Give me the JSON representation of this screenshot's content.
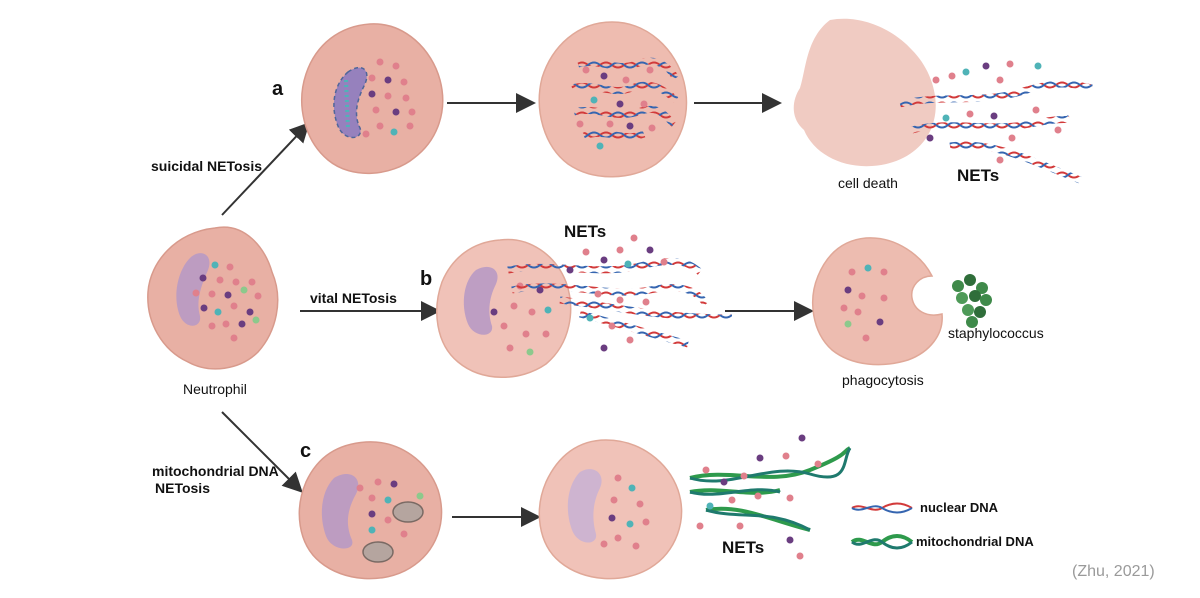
{
  "labels": {
    "panel_a": "a",
    "panel_b": "b",
    "panel_c": "c",
    "suicidal": "suicidal NETosis",
    "vital": "vital NETosis",
    "mito_line1": "mitochondrial DNA",
    "mito_line2": "NETosis",
    "neutrophil": "Neutrophil",
    "cell_death": "cell death",
    "nets_a": "NETs",
    "nets_b": "NETs",
    "nets_c": "NETs",
    "phagocytosis": "phagocytosis",
    "staphylococcus": "staphylococcus",
    "legend_nuclear": "nuclear DNA",
    "legend_mito": "mitochondrial DNA",
    "citation": "(Zhu, 2021)"
  },
  "colors": {
    "cell_fill": "#e8b0a4",
    "cell_stroke": "#d89a8c",
    "cell_light": "#f0cbc2",
    "nucleus": "#b89ac4",
    "granule_pink": "#e0808c",
    "granule_purple": "#6a3d80",
    "granule_teal": "#4fb3b7",
    "granule_green": "#8cc98c",
    "dna_red": "#d23a3a",
    "dna_blue": "#3565b0",
    "mtdna_green": "#2e9a4c",
    "mtdna_teal": "#1f7a6e",
    "bacteria": "#3f8a4a",
    "arrow": "#333333"
  }
}
